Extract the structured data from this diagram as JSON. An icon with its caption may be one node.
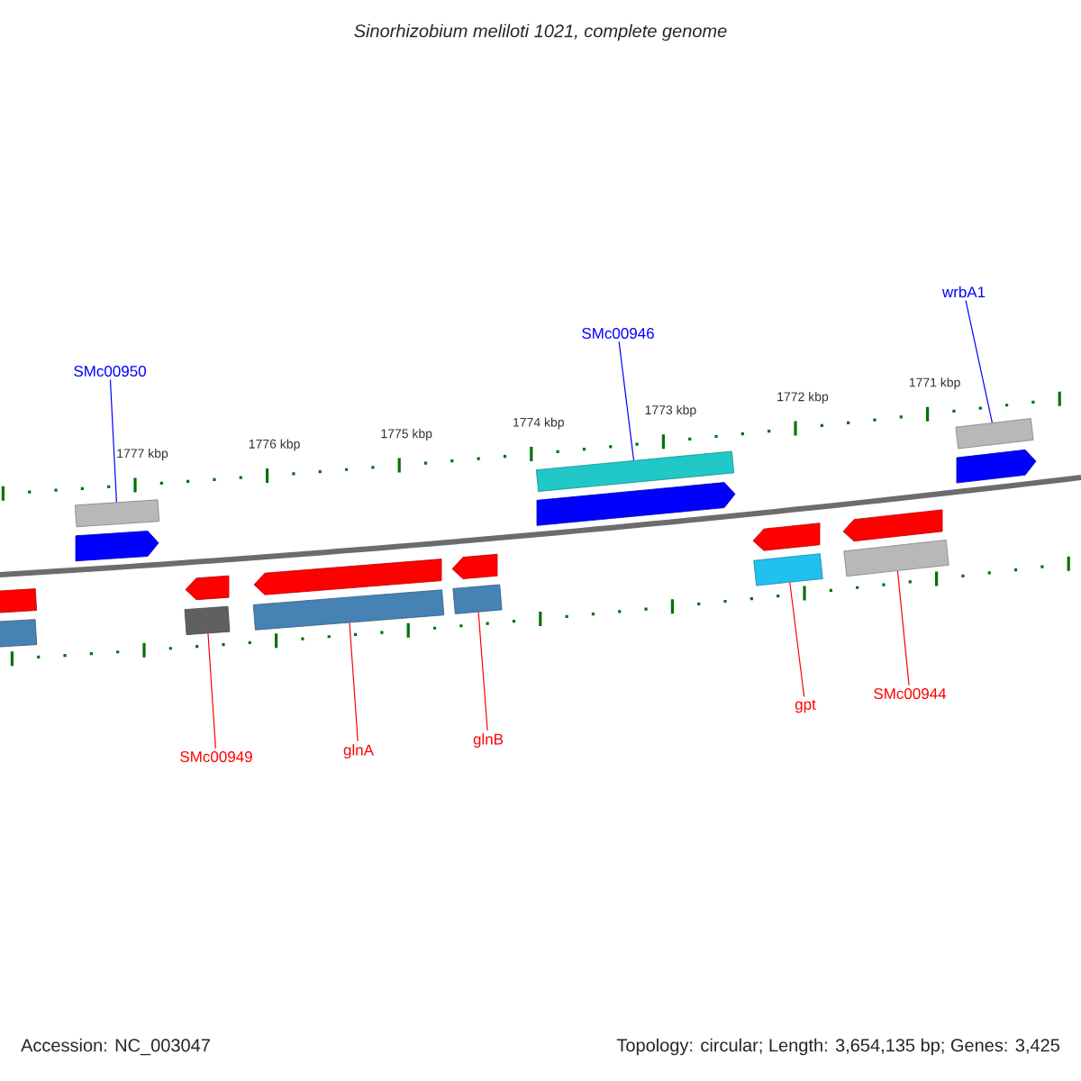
{
  "diagram": {
    "title": "Sinorhizobium meliloti 1021, complete genome",
    "nodes": [
      {
        "text": [
          "SMc00950"
        ]
      },
      {
        "text": [
          "SMc00946"
        ]
      },
      {
        "text": [
          "wrbA1"
        ]
      },
      {
        "text": [
          "SMc00949"
        ]
      },
      {
        "text": [
          "glnA"
        ]
      },
      {
        "text": [
          "glnB"
        ]
      },
      {
        "text": [
          "gpt"
        ]
      },
      {
        "text": [
          "SMc00944"
        ]
      },
      {
        "text": [],
        "shape": "box"
      },
      {
        "text": [],
        "shape": "box"
      },
      {
        "text": [],
        "shape": "box"
      },
      {
        "text": [],
        "shape": "box"
      },
      {
        "text": [],
        "shape": "box"
      },
      {
        "text": [],
        "shape": "box"
      },
      {
        "text": [],
        "shape": "box"
      },
      {
        "text": [],
        "shape": "box"
      },
      {
        "text": [],
        "shape": "box"
      },
      {
        "text": [],
        "shape": "box"
      },
      {
        "text": [],
        "shape": "arrow"
      },
      {
        "text": [],
        "shape": "arrow"
      },
      {
        "text": [],
        "shape": "arrow"
      },
      {
        "text": [],
        "shape": "arrow"
      },
      {
        "text": [],
        "shape": "arrow"
      },
      {
        "text": [],
        "shape": "arrow"
      },
      {
        "text": [],
        "shape": "arrow"
      },
      {
        "text": [],
        "shape": "arrow"
      }
    ],
    "edges": [
      {
        "from": 0,
        "to": 8,
        "arrow": "none",
        "color": "#0000ff"
      },
      {
        "from": 1,
        "to": 9,
        "arrow": "none",
        "color": "#0000ff"
      },
      {
        "from": 2,
        "to": 10,
        "arrow": "none",
        "color": "#0000ff"
      },
      {
        "from": 3,
        "to": 11,
        "arrow": "none"
      },
      {
        "from": 4,
        "to": 12,
        "arrow": "none"
      },
      {
        "from": 5,
        "to": 13,
        "arrow": "none"
      },
      {
        "from": 6,
        "to": 14,
        "arrow": "none"
      },
      {
        "from": 7,
        "to": 15,
        "arrow": "none"
      }
    ],
    "labels": [
      "1777 kbp",
      "1776 kbp",
      "1775 kbp",
      "1774 kbp",
      "1773 kbp",
      "1772 kbp",
      "1771 kbp",
      "Accession: NC_003047",
      "Topology: circular; Length: 3,654,135 bp; Genes: 3,425"
    ]
  }
}
